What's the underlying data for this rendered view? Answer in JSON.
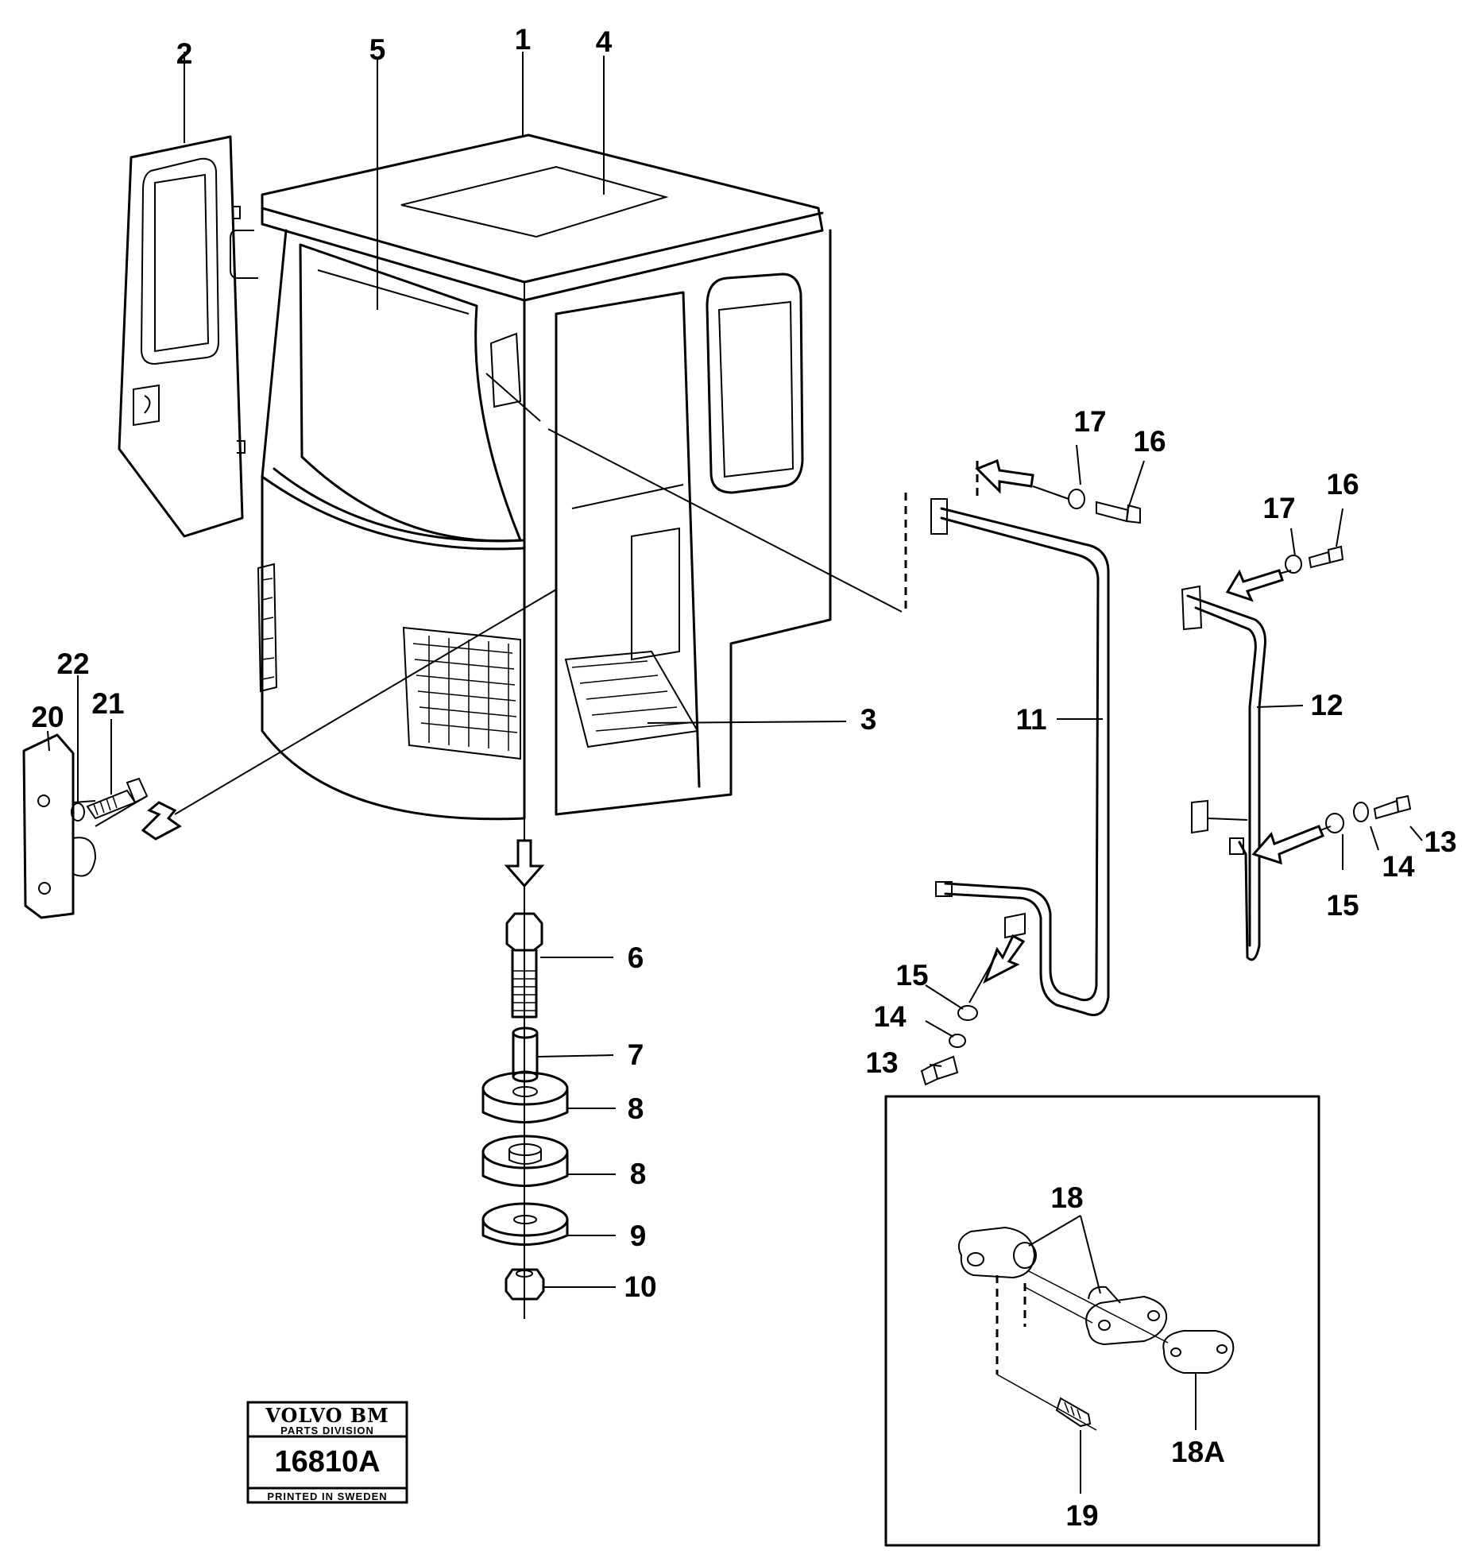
{
  "callouts": {
    "c1": "1",
    "c2": "2",
    "c3": "3",
    "c4": "4",
    "c5": "5",
    "c6": "6",
    "c7": "7",
    "c8a": "8",
    "c8b": "8",
    "c9": "9",
    "c10": "10",
    "c11": "11",
    "c12": "12",
    "c13a": "13",
    "c14a": "14",
    "c15a": "15",
    "c13b": "13",
    "c14b": "14",
    "c15b": "15",
    "c16a": "16",
    "c17a": "17",
    "c16b": "16",
    "c17b": "17",
    "c18": "18",
    "c18A": "18A",
    "c19": "19",
    "c20": "20",
    "c21": "21",
    "c22": "22"
  },
  "stamp": {
    "brand": "VOLVO BM",
    "division": "PARTS DIVISION",
    "number": "16810A",
    "printed": "PRINTED IN SWEDEN"
  }
}
